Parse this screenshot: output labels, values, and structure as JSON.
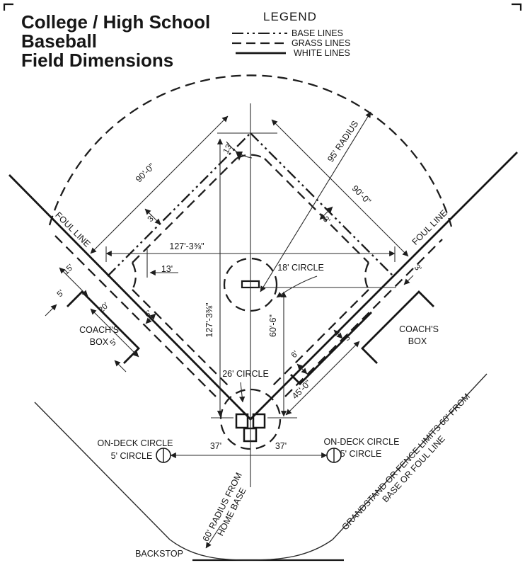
{
  "title": {
    "lines": [
      "College / High School",
      "Baseball",
      "Field Dimensions"
    ]
  },
  "legend": {
    "title": "LEGEND",
    "items": [
      {
        "label": "BASE LINES",
        "style": "dash-dot-dot"
      },
      {
        "label": "GRASS LINES",
        "style": "dashed"
      },
      {
        "label": "WHITE LINES",
        "style": "solid"
      }
    ]
  },
  "labels": {
    "foul_line_left": "FOUL LINE",
    "foul_line_right": "FOUL LINE",
    "coachs_box_line1": "COACH'S",
    "coachs_box_line2": "BOX",
    "on_deck_line1": "ON-DECK CIRCLE",
    "on_deck_line2": "5' CIRCLE",
    "backstop": "BACKSTOP",
    "grandstand_line1": "GRANDSTAND OR FENCE LIMITS 60' FROM",
    "grandstand_line2": "BASE OR FOUL LINE",
    "radius60_line1": "60' RADIUS FROM",
    "radius60_line2": "HOME BASE",
    "circle18": "18' CIRCLE",
    "circle26": "26' CIRCLE"
  },
  "dimensions": {
    "baseline_left": "90'-0\"",
    "baseline_right": "90'-0\"",
    "outfield_radius": "95' RADIUS",
    "diagonal_horizontal": "127'-3⅜\"",
    "diagonal_vertical": "127'-3⅜\"",
    "pitching_distance": "60'-6\"",
    "running_lane": "45'-0\"",
    "arc_second": "13'",
    "arc_third": "13'",
    "on_deck_left": "37'",
    "on_deck_right": "37'",
    "coach_box_15": "15'",
    "coach_box_20": "20'",
    "coach_box_5a": "5'",
    "coach_box_5b": "5'",
    "grass_3_left": "3'",
    "grass_3_right": "3'",
    "grass_3_first": "3'",
    "lane_3": "3'",
    "grass_6_left": "6'",
    "grass_6_right": "6'"
  },
  "colors": {
    "ink": "#161616",
    "background": "#ffffff"
  }
}
